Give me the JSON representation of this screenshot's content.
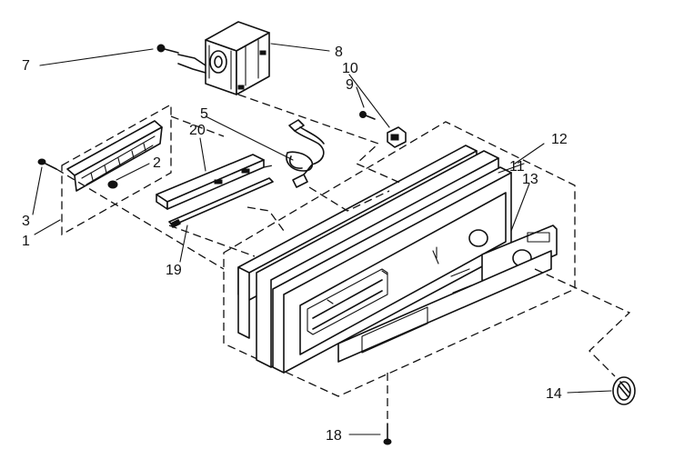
{
  "callouts": {
    "c1": "1",
    "c2": "2",
    "c3": "3",
    "c5": "5",
    "c7": "7",
    "c8": "8",
    "c9": "9",
    "c10": "10",
    "c11": "11",
    "c12": "12",
    "c13": "13",
    "c14": "14",
    "c18": "18",
    "c19": "19",
    "c20": "20"
  }
}
